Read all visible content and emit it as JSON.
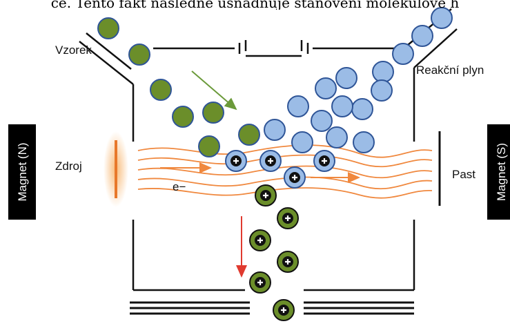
{
  "caption": "ce. Tento fakt následně usnadňuje stanovení molekulové h",
  "labels": {
    "sample": "Vzorek",
    "reaction_gas": "Reakční plyn",
    "source": "Zdroj",
    "electron": "e−",
    "trap": "Past",
    "magnet_north": "Magnet (N)",
    "magnet_south": "Magnet (S)"
  },
  "colors": {
    "sample_particle": "#6b8e2a",
    "gas_particle": "#9bbce6",
    "particle_outline": "#2f5597",
    "electron_beam": "#f0883e",
    "sample_arrow": "#6b9a3a",
    "ion_arrow": "#e03a2f",
    "magnet": "#000000",
    "filament_glow": "#f7b36a"
  }
}
